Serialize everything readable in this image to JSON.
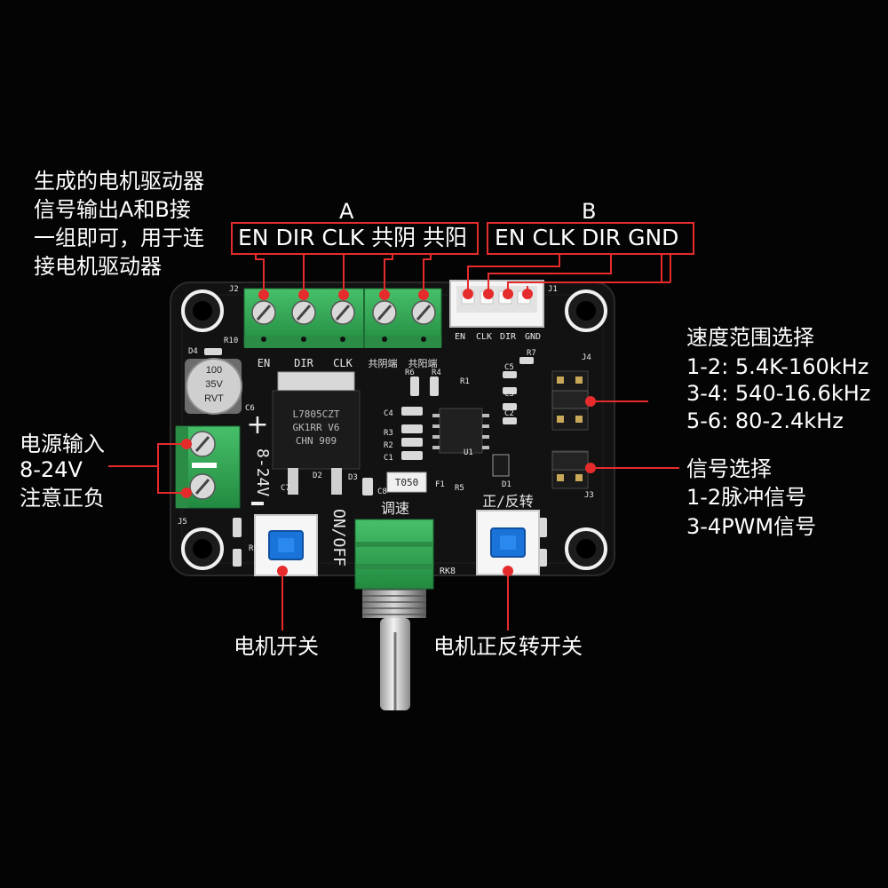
{
  "annotations": {
    "intro": [
      "生成的电机驱动器",
      "信号输出A和B接",
      "一组即可，用于连",
      "接电机驱动器"
    ],
    "group_a_letter": "A",
    "group_a_labels": "EN  DIR CLK 共阴 共阳",
    "group_b_letter": "B",
    "group_b_labels": "EN  CLK  DIR  GND",
    "speed": [
      "速度范围选择",
      "1-2: 5.4K-160kHz",
      "3-4: 540-16.6kHz",
      "5-6: 80-2.4kHz"
    ],
    "signal": [
      "信号选择",
      "1-2脉冲信号",
      "3-4PWM信号"
    ],
    "power": [
      "电源输入",
      "8-24V",
      "注意正负"
    ],
    "motor_switch": "电机开关",
    "direction_switch": "电机正反转开关"
  },
  "board": {
    "terminal_labels": [
      "EN",
      "DIR",
      "CLK",
      "共阴端",
      "共阳端"
    ],
    "connector_labels": [
      "EN",
      "CLK",
      "DIR",
      "GND"
    ],
    "regulator_marking": [
      "L7805CZT",
      "GK1RR V6",
      "CHN 909"
    ],
    "capacitor_marking": [
      "100",
      "35V",
      "RVT"
    ],
    "power_label": "8-24V",
    "pot_label": "调速",
    "dir_label": "正/反转",
    "onoff_label": "ON/OFF",
    "trimmer_label": "T050",
    "pot_code": "RK8",
    "refs": [
      "J2",
      "J1",
      "J4",
      "J3",
      "J5",
      "R10",
      "D4",
      "C6",
      "C5",
      "C3",
      "C2",
      "C4",
      "R3",
      "R2",
      "C1",
      "R1",
      "U1",
      "D1",
      "F1",
      "R5",
      "C7",
      "R4",
      "R6",
      "R7",
      "C8",
      "D2",
      "D3",
      "R9"
    ]
  },
  "colors": {
    "annotation_line": "#e52b2b",
    "pcb": "#111111",
    "terminal": "#2f9e4f",
    "button_cap": "#1a73d9"
  }
}
